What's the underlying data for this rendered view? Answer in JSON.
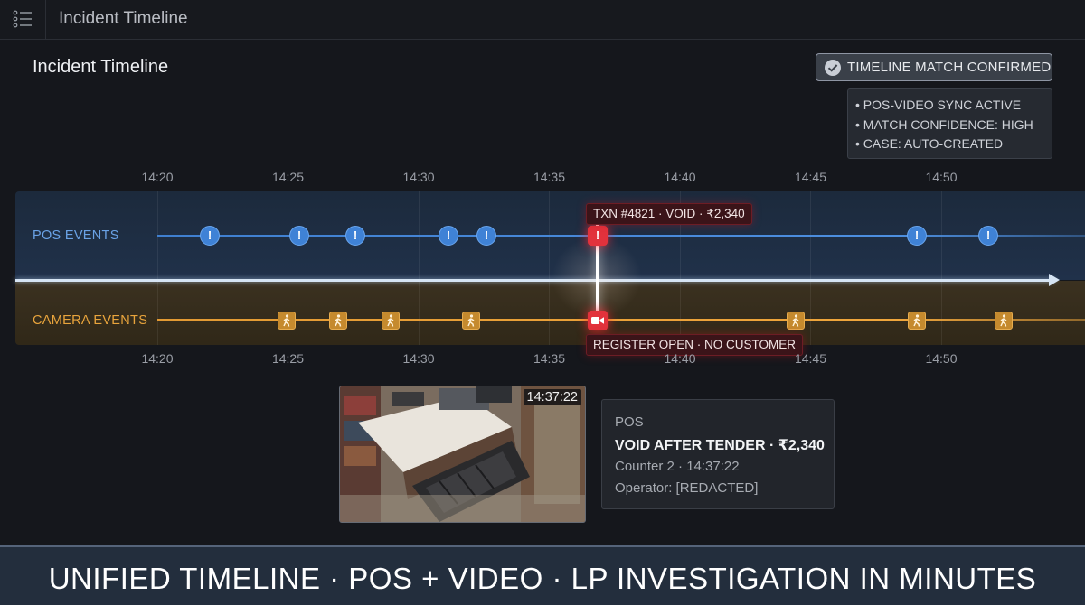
{
  "app": {
    "title": "Incident Timeline",
    "menu_icon": "list-menu-icon"
  },
  "panel": {
    "title": "Incident Timeline"
  },
  "badge": {
    "label": "TIMELINE MATCH CONFIRMED",
    "icon": "check-circle-icon"
  },
  "status": [
    "• POS-VIDEO SYNC ACTIVE",
    "• MATCH CONFIDENCE: HIGH",
    "• CASE: AUTO-CREATED"
  ],
  "timeline": {
    "ticks": [
      "14:20",
      "14:25",
      "14:30",
      "14:35",
      "14:40",
      "14:45",
      "14:50"
    ],
    "lanes": {
      "pos": "POS EVENTS",
      "camera": "CAMERA EVENTS"
    },
    "pos_events": [
      "14:22",
      "14:25",
      "14:27",
      "14:31",
      "14:32",
      "14:37",
      "14:49",
      "14:52"
    ],
    "camera_events": [
      "14:25",
      "14:27",
      "14:29",
      "14:32",
      "14:37",
      "14:45",
      "14:49",
      "14:53"
    ],
    "match_time": "14:37",
    "txn_callout": "TXN #4821 · VOID · ₹2,340",
    "camera_callout": "REGISTER OPEN · NO CUSTOMER",
    "colors": {
      "pos": "#3f82d6",
      "camera": "#e9a43c",
      "alert": "#e2323c"
    }
  },
  "video": {
    "timestamp": "14:37:22"
  },
  "card": {
    "kicker": "POS",
    "title": "VOID AFTER TENDER · ₹2,340",
    "meta": "Counter 2 · 14:37:22",
    "operator": "Operator: [REDACTED]"
  },
  "footer": {
    "caption": "UNIFIED TIMELINE · POS + VIDEO · LP INVESTIGATION IN MINUTES"
  }
}
